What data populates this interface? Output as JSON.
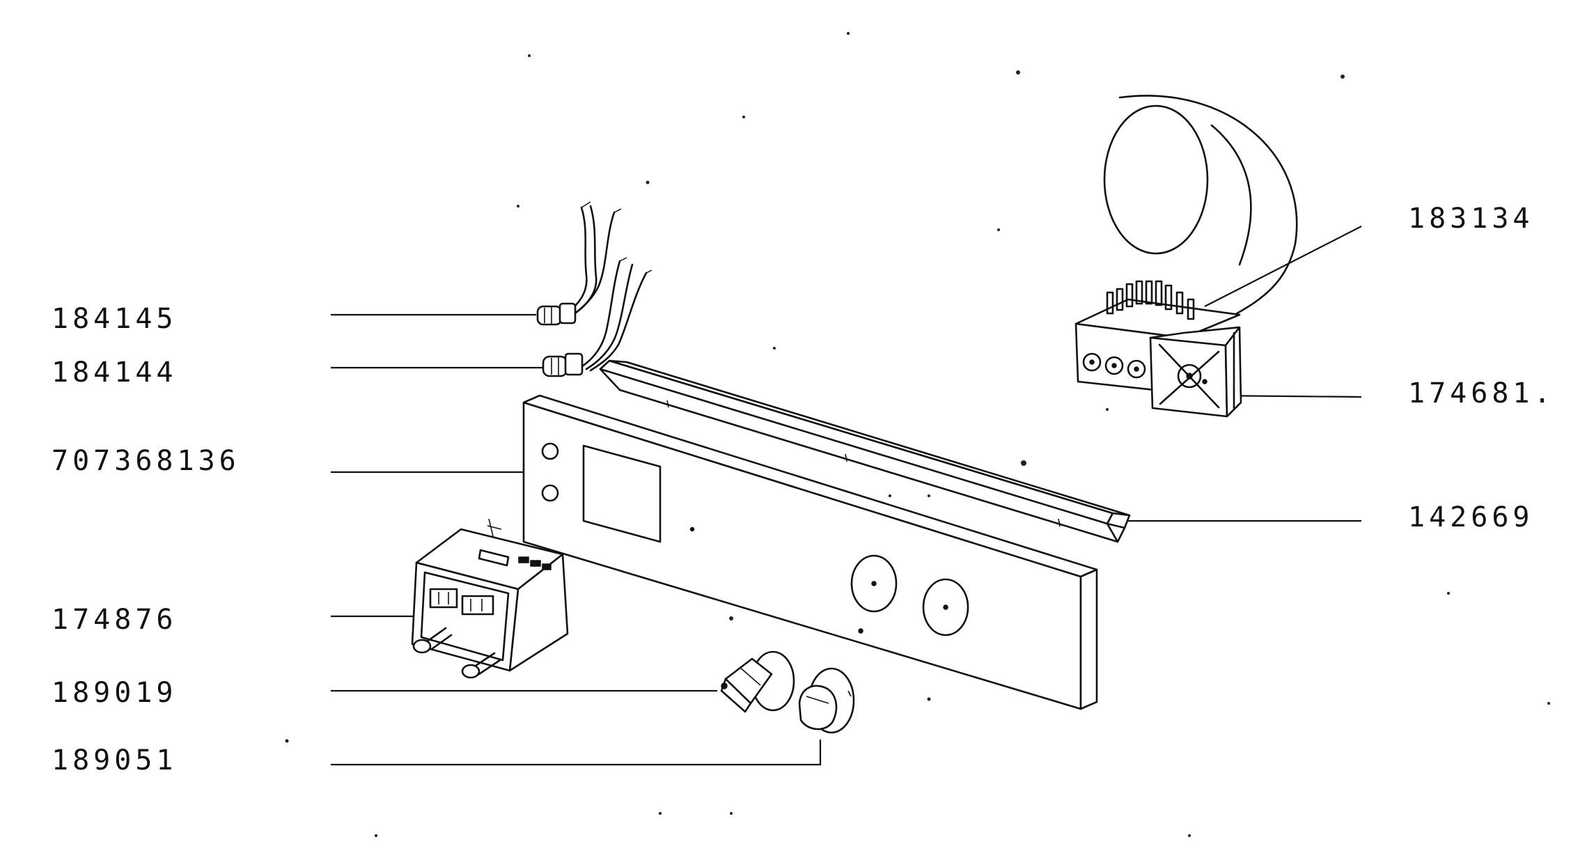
{
  "diagram": {
    "part_labels": [
      {
        "id": "lamp-1",
        "text": "184145"
      },
      {
        "id": "lamp-2",
        "text": "184144"
      },
      {
        "id": "control-panel",
        "text": "707368136"
      },
      {
        "id": "timer",
        "text": "174876"
      },
      {
        "id": "knob-1",
        "text": "189019"
      },
      {
        "id": "knob-2",
        "text": "189051"
      },
      {
        "id": "thermostat",
        "text": "183134"
      },
      {
        "id": "switch",
        "text": "174681."
      },
      {
        "id": "trim-strip",
        "text": "142669"
      }
    ]
  }
}
